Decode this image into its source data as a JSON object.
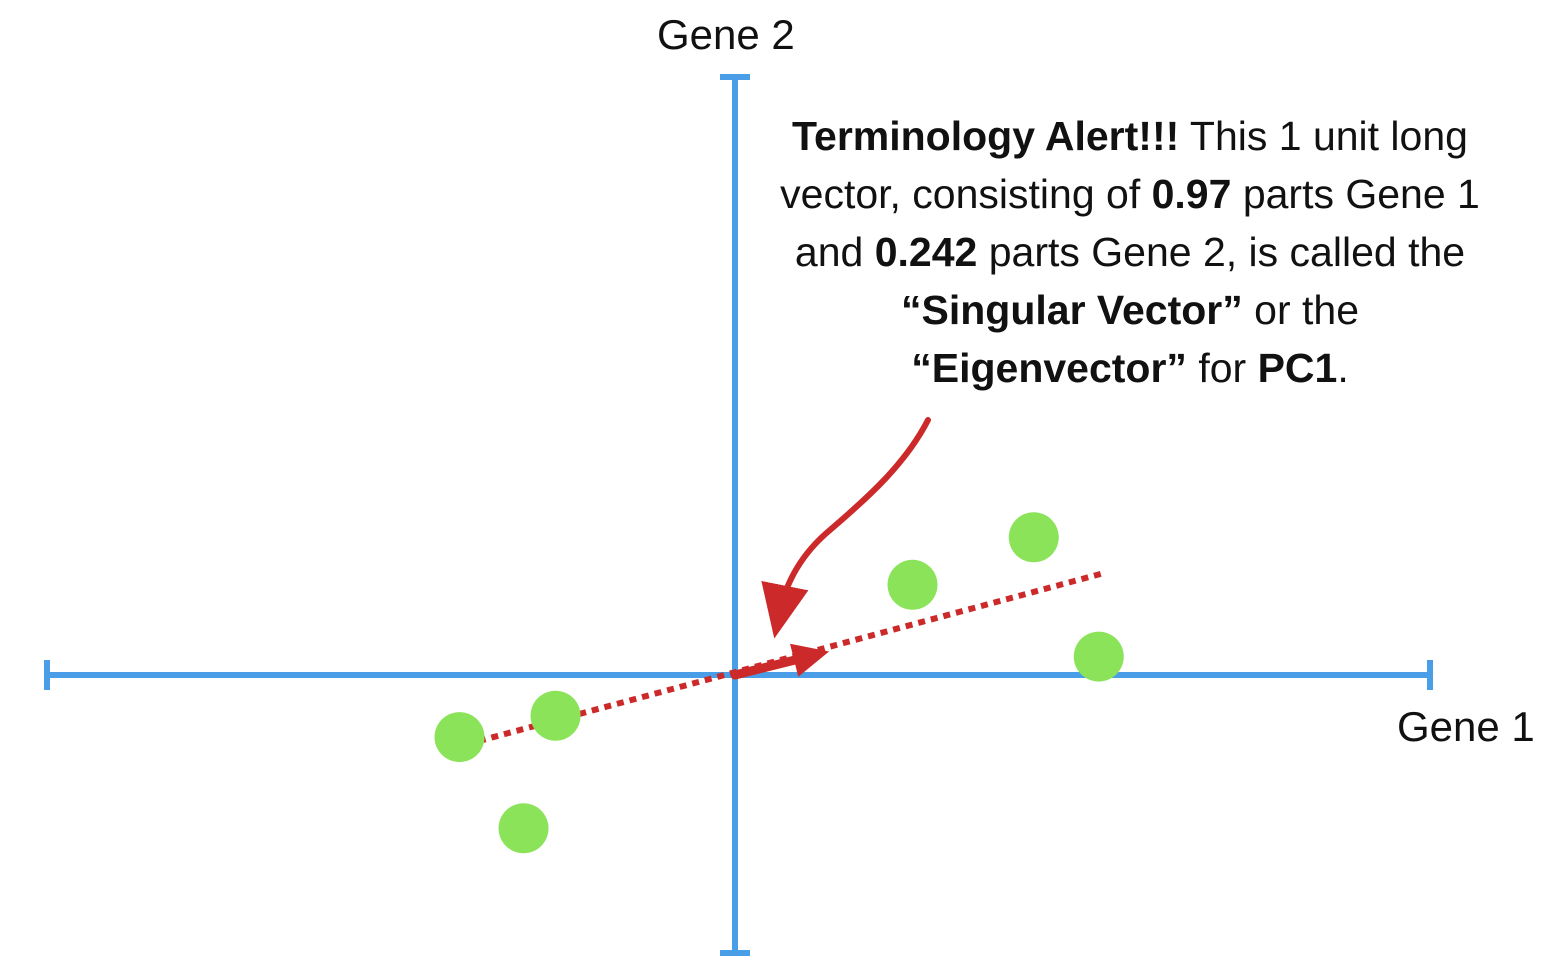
{
  "colors": {
    "axis": "#4a9ee8",
    "point": "#8be35a",
    "vector": "#cc2a2a",
    "text": "#111111"
  },
  "axes": {
    "x_label": "Gene 1",
    "y_label": "Gene 2"
  },
  "data_points": [
    {
      "gene1": -2.84,
      "gene2": -0.64
    },
    {
      "gene1": -1.85,
      "gene2": -0.42
    },
    {
      "gene1": -2.18,
      "gene2": -1.58
    },
    {
      "gene1": 1.83,
      "gene2": 0.93
    },
    {
      "gene1": 3.08,
      "gene2": 1.42
    },
    {
      "gene1": 3.75,
      "gene2": 0.19
    }
  ],
  "best_fit_line": {
    "style": "dotted",
    "from": {
      "gene1": -2.9,
      "gene2": -0.75
    },
    "to": {
      "gene1": 3.8,
      "gene2": 1.05
    }
  },
  "singular_vector": {
    "gene1": 0.97,
    "gene2": 0.242
  },
  "callout": {
    "parts": [
      {
        "text": "Terminology Alert!!!",
        "bold": true
      },
      {
        "text": " This 1 unit long vector, consisting of ",
        "bold": false
      },
      {
        "text": "0.97",
        "bold": true
      },
      {
        "text": " parts Gene 1 and ",
        "bold": false
      },
      {
        "text": "0.242",
        "bold": true
      },
      {
        "text": " parts Gene 2, is called the ",
        "bold": false
      },
      {
        "text": "“Singular Vector”",
        "bold": true
      },
      {
        "text": " or the ",
        "bold": false
      },
      {
        "text": "“Eigenvector”",
        "bold": true
      },
      {
        "text": " for ",
        "bold": false
      },
      {
        "text": "PC1",
        "bold": true
      },
      {
        "text": ".",
        "bold": false
      }
    ]
  }
}
